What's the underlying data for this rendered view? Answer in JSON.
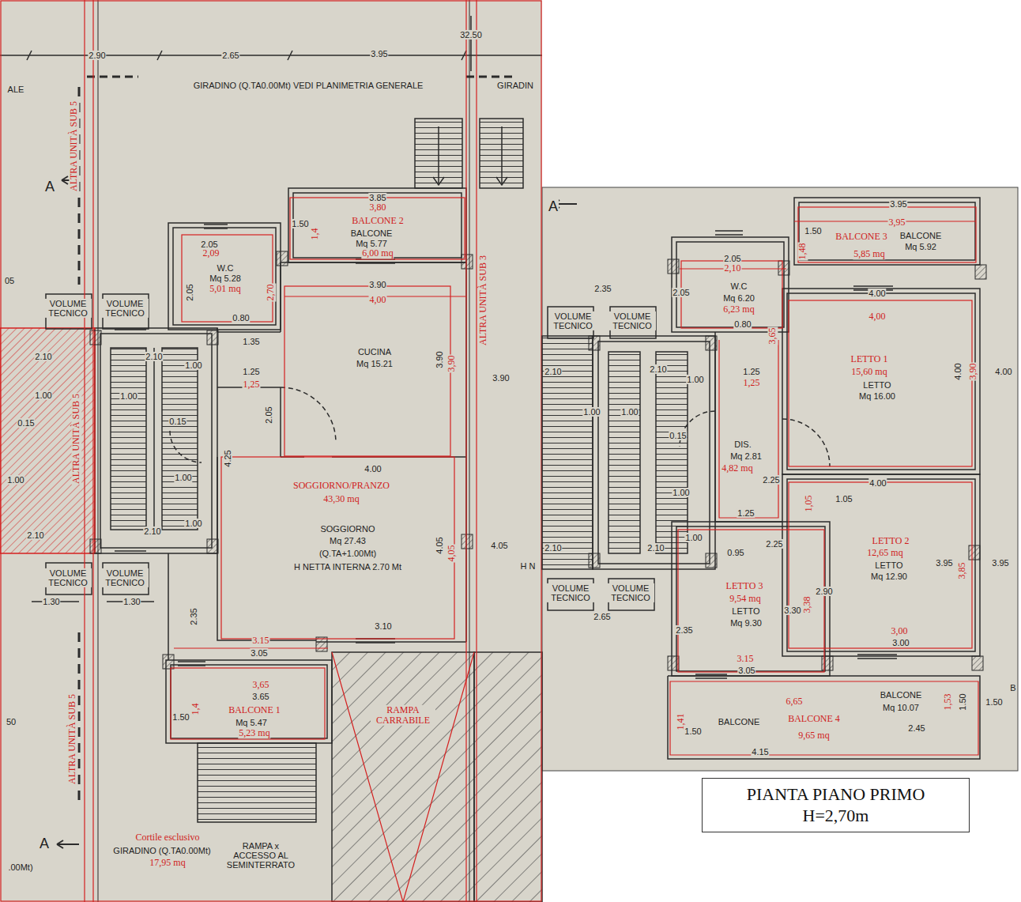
{
  "diagram": {
    "nodes": [
      {
        "text": [
          "PIANTA PIANO PRIMO",
          "H=2,70m"
        ]
      }
    ],
    "labels": [
      "2.90",
      "2.65",
      "3.95",
      "32.50",
      "ALE",
      "GIRADINO (Q.TA0.00Mt) VEDI PLANIMETRIA GENERALE",
      "GIRADIN",
      "ALTRA UNITÀ SUB 5",
      "A",
      "3.85",
      "3,80",
      "1.50",
      "1,4",
      "BALCONE 2",
      "BALCONE",
      "Mq 5.77",
      "6,00 mq",
      "2.05",
      "2,09",
      "W.C",
      "Mq 5.28",
      "5,01 mq",
      "2.05",
      "2,70",
      "0.80",
      "1.35",
      "1.25",
      "1,25",
      "2.05",
      "3.90",
      "4,00",
      "CUCINA",
      "Mq 15.21",
      "3.90",
      "3,90",
      "ALTRA UNITÀ SUB 3",
      "3.90",
      "ALTRA UNITÀ SUB 5",
      "4.00",
      "SOGGIORNO/PRANZO",
      "43,30 mq",
      "SOGGIORNO",
      "Mq 27.43",
      "(Q.TA+1.00Mt)",
      "H NETTA INTERNA 2.70 Mt",
      "4.25",
      "4.05",
      "4,05",
      "4.05",
      "H N",
      "3.10",
      "2.10",
      "1.00",
      "0.15",
      "1.00",
      "2.10",
      "05",
      "2.10",
      "1.00",
      "1.00",
      "0.15",
      "1.00",
      "1.00",
      "2.10",
      "VOLUME TECNICO",
      "VOLUME TECNICO",
      "VOLUME TECNICO",
      "VOLUME TECNICO",
      "1.30",
      "1.30",
      "2.35",
      "ALTRA UNITÀ SUB 5",
      "3.15",
      "3.05",
      "3,65",
      "3.65",
      "BALCONE 1",
      "Mq 5.47",
      "5,23 mq",
      "1.50",
      "1,4",
      "50",
      "RAMPA CARRABILE",
      "A",
      "Cortile esclusivo",
      "GIRADINO (Q.TA0.00Mt)",
      "17,95 mq",
      "RAMPA x ACCESSO AL SEMINTERRATO",
      ".00Mt)",
      "A",
      "3.95",
      "3,95",
      "1.50",
      "1,48",
      "BALCONE 3",
      "BALCONE",
      "Mq 5.92",
      "5,85 mq",
      "2.35",
      "2.05",
      "2,10",
      "2.05",
      "W.C",
      "Mq 6.20",
      "6,23 mq",
      "0.80",
      "3,65",
      "4.00",
      "4,00",
      "LETTO 1",
      "15,60 mq",
      "LETTO",
      "Mq 16.00",
      "4.00",
      "3,90",
      "4.00",
      "2.10",
      "2.10",
      "1.00",
      "1.00",
      "1.00",
      "1.25",
      "1,25",
      "0.15",
      "DIS.",
      "Mq 2.81",
      "4,82 mq",
      "2.25",
      "4.00",
      "1,05",
      "1.05",
      "1.00",
      "1.25",
      "1.00",
      "2.10",
      "2.10",
      "0.95",
      "2.25",
      "LETTO 2",
      "12,65 mq",
      "LETTO",
      "Mq 12.90",
      "3.95",
      "3,85",
      "3.95",
      "2.90",
      "LETTO 3",
      "9,54 mq",
      "LETTO",
      "Mq 9.30",
      "3.30",
      "3,38",
      "VOLUME TECNICO",
      "VOLUME TECNICO",
      "VOLUME TECNICO",
      "VOLUME TECNICO",
      "2.65",
      "2.35",
      "3,00",
      "3.00",
      "3.15",
      "3.05",
      "6,65",
      "BALCONE",
      "Mq 10.07",
      "1,53",
      "1.50",
      "1.50",
      "B",
      "1,41",
      "1.50",
      "BALCONE",
      "BALCONE 4",
      "9,65 mq",
      "2.45",
      "4.15"
    ]
  }
}
